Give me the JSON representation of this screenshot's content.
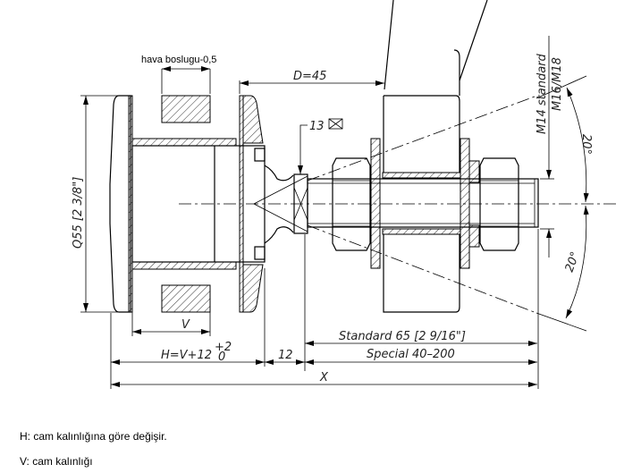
{
  "drawing": {
    "air_gap_label": "hava boslugu-0,5",
    "d_label": "D=45",
    "wrench_label": "13",
    "diameter_label": "Q55 [2 3/8\"]",
    "v_label": "V",
    "h_label": "H=V+12",
    "h_tol_upper": "+2",
    "h_tol_lower": "0",
    "gap_label": "12",
    "standard_label": "Standard  65  [2  9/16\"]",
    "special_label": "Special  40–200",
    "x_label": "X",
    "thread_label": "M14  standard",
    "thread_alt_label": "M16/M18",
    "angle_top_label": "20°",
    "angle_bottom_label": "20°"
  },
  "notes": [
    "H: cam kalınlığına göre değişir.",
    "V: cam kalınlığı"
  ]
}
